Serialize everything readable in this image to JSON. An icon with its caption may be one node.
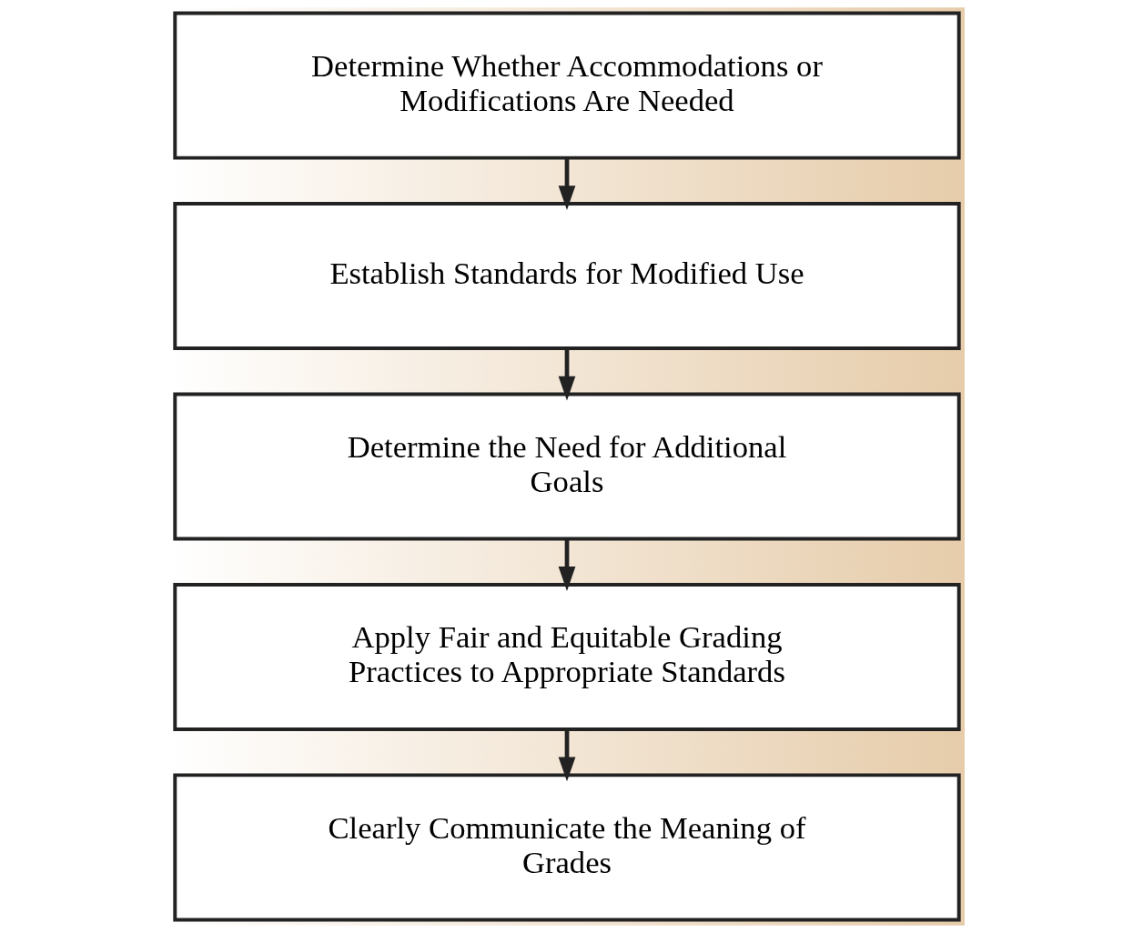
{
  "diagram": {
    "nodes": [
      {
        "text": [
          "Determine Whether Accommodations or Modifications Are Needed"
        ]
      },
      {
        "text": [
          "Establish Standards for Modified Use"
        ]
      },
      {
        "text": [
          "Determine the Need for Additional Goals"
        ]
      },
      {
        "text": [
          "Apply Fair and Equitable Grading Practices to Appropriate Standards"
        ]
      },
      {
        "text": [
          "Clearly Communicate the Meaning of Grades"
        ]
      }
    ],
    "edges": [
      {
        "from": 0,
        "to": 1,
        "arrow": "to"
      },
      {
        "from": 1,
        "to": 2,
        "arrow": "to"
      },
      {
        "from": 2,
        "to": 3,
        "arrow": "to"
      },
      {
        "from": 3,
        "to": 4,
        "arrow": "to"
      }
    ]
  }
}
